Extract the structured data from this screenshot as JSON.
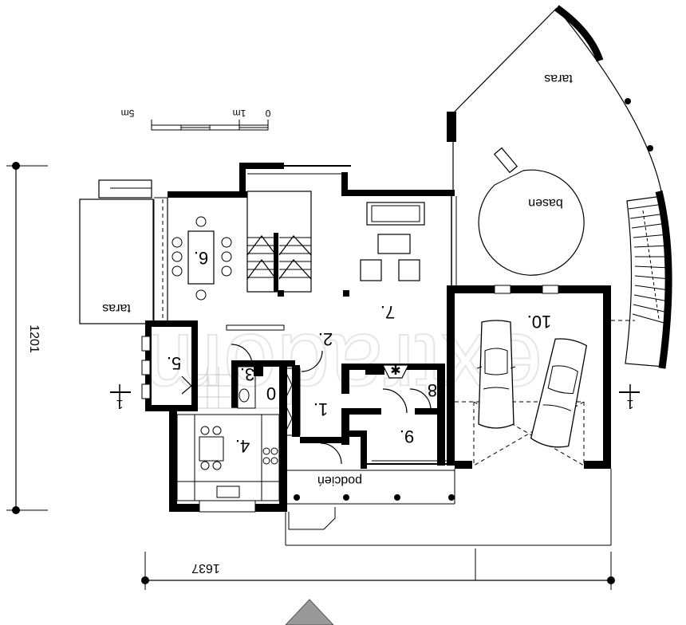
{
  "watermark": "extradom",
  "scale": {
    "zero": "0",
    "one": "1m",
    "five": "5m"
  },
  "dimensions": {
    "width": "1637",
    "depth": "1201"
  },
  "section_mark": "1",
  "rooms": {
    "r1": "1.",
    "r2": "2.",
    "r3": "3.",
    "r4": "4.",
    "r5": "5.",
    "r6": "6.",
    "r7": "7.",
    "r8": "8",
    "r9": "9.",
    "r10": "10.",
    "r0": "0"
  },
  "labels": {
    "taras_left": "taras",
    "taras_right": "taras",
    "basen": "basen",
    "podcien": "podcień"
  }
}
